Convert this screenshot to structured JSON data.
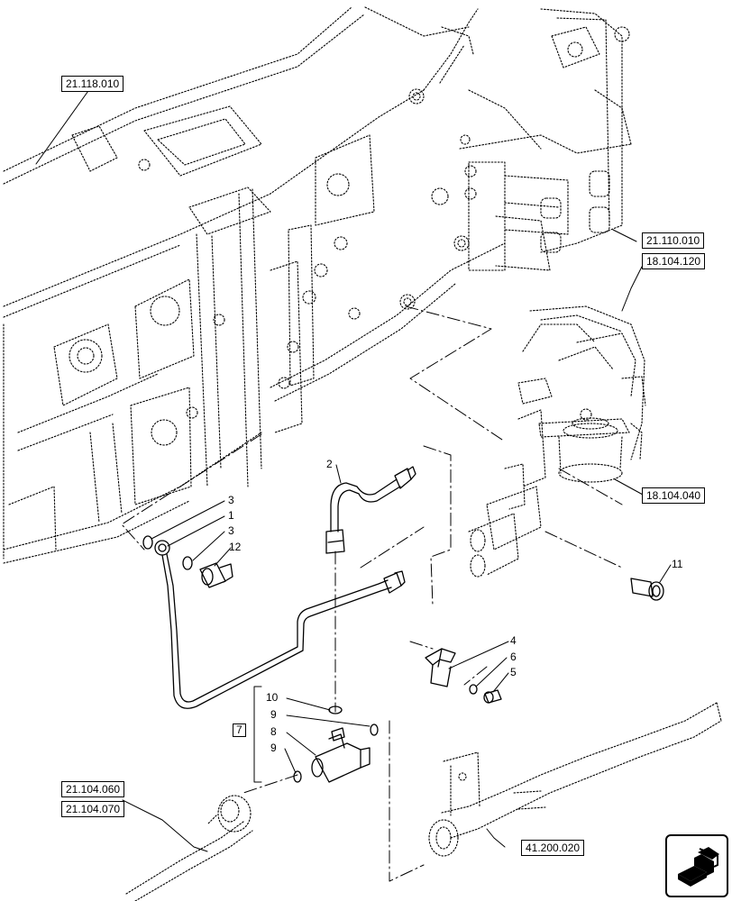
{
  "refs": {
    "r21_118_010": "21.118.010",
    "r21_110_010": "21.110.010",
    "r18_104_120": "18.104.120",
    "r18_104_040": "18.104.040",
    "r21_104_060": "21.104.060",
    "r21_104_070": "21.104.070",
    "r41_200_020": "41.200.020"
  },
  "callouts": {
    "c1": "1",
    "c2": "2",
    "c3a": "3",
    "c3b": "3",
    "c4": "4",
    "c5": "5",
    "c6": "6",
    "c7": "7",
    "c8": "8",
    "c9a": "9",
    "c9b": "9",
    "c10": "10",
    "c11": "11",
    "c12": "12"
  },
  "icons": {
    "nav": "next-page-arrow-icon"
  }
}
